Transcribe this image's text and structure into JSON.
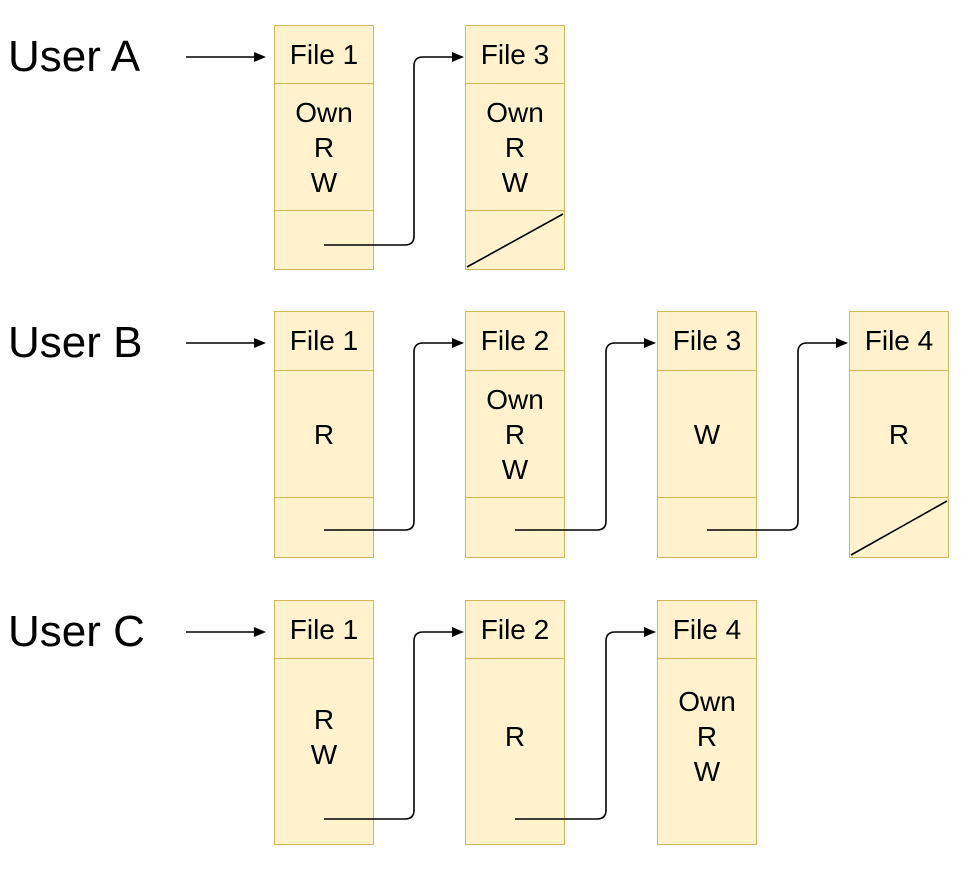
{
  "diagram": {
    "description": "Capability lists per user",
    "colors": {
      "background": "#ffffff",
      "box_fill": "#fff2cc",
      "box_border": "#d6b656",
      "line": "#000000",
      "text": "#000000"
    },
    "rows": [
      {
        "user": "User A",
        "entries": [
          {
            "file": "File 1",
            "permissions": [
              "Own",
              "R",
              "W"
            ],
            "has_pointer_cell": true,
            "pointer": "next"
          },
          {
            "file": "File 3",
            "permissions": [
              "Own",
              "R",
              "W"
            ],
            "has_pointer_cell": true,
            "pointer": "null"
          }
        ]
      },
      {
        "user": "User B",
        "entries": [
          {
            "file": "File 1",
            "permissions": [
              "R"
            ],
            "has_pointer_cell": true,
            "pointer": "next"
          },
          {
            "file": "File 2",
            "permissions": [
              "Own",
              "R",
              "W"
            ],
            "has_pointer_cell": true,
            "pointer": "next"
          },
          {
            "file": "File 3",
            "permissions": [
              "W"
            ],
            "has_pointer_cell": true,
            "pointer": "next"
          },
          {
            "file": "File 4",
            "permissions": [
              "R"
            ],
            "has_pointer_cell": true,
            "pointer": "null"
          }
        ]
      },
      {
        "user": "User C",
        "entries": [
          {
            "file": "File 1",
            "permissions": [
              "R",
              "W"
            ],
            "has_pointer_cell": false,
            "pointer": "next"
          },
          {
            "file": "File 2",
            "permissions": [
              "R"
            ],
            "has_pointer_cell": false,
            "pointer": "next"
          },
          {
            "file": "File 4",
            "permissions": [
              "Own",
              "R",
              "W"
            ],
            "has_pointer_cell": false,
            "pointer": "none"
          }
        ]
      }
    ]
  }
}
